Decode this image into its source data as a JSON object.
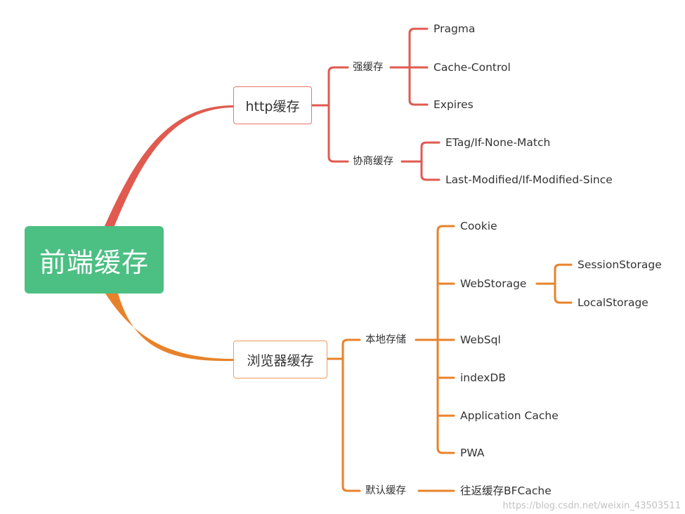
{
  "root": "前端缓存",
  "branches": {
    "http": {
      "label": "http缓存",
      "strong": {
        "label": "强缓存",
        "items": [
          "Pragma",
          "Cache-Control",
          "Expires"
        ]
      },
      "negotiate": {
        "label": "协商缓存",
        "items": [
          "ETag/If-None-Match",
          "Last-Modified/If-Modified-Since"
        ]
      }
    },
    "browser": {
      "label": "浏览器缓存",
      "local": {
        "label": "本地存储",
        "items": [
          "Cookie",
          "WebStorage",
          "WebSql",
          "indexDB",
          "Application Cache",
          "PWA"
        ],
        "webstorage_children": [
          "SessionStorage",
          "LocalStorage"
        ]
      },
      "default": {
        "label": "默认缓存",
        "items": [
          "往返缓存BFCache"
        ]
      }
    }
  },
  "watermark": "https://blog.csdn.net/weixin_43503511",
  "colors": {
    "root_bg": "#4cbf83",
    "http_branch": "#e05a4f",
    "browser_branch": "#e8822a"
  }
}
